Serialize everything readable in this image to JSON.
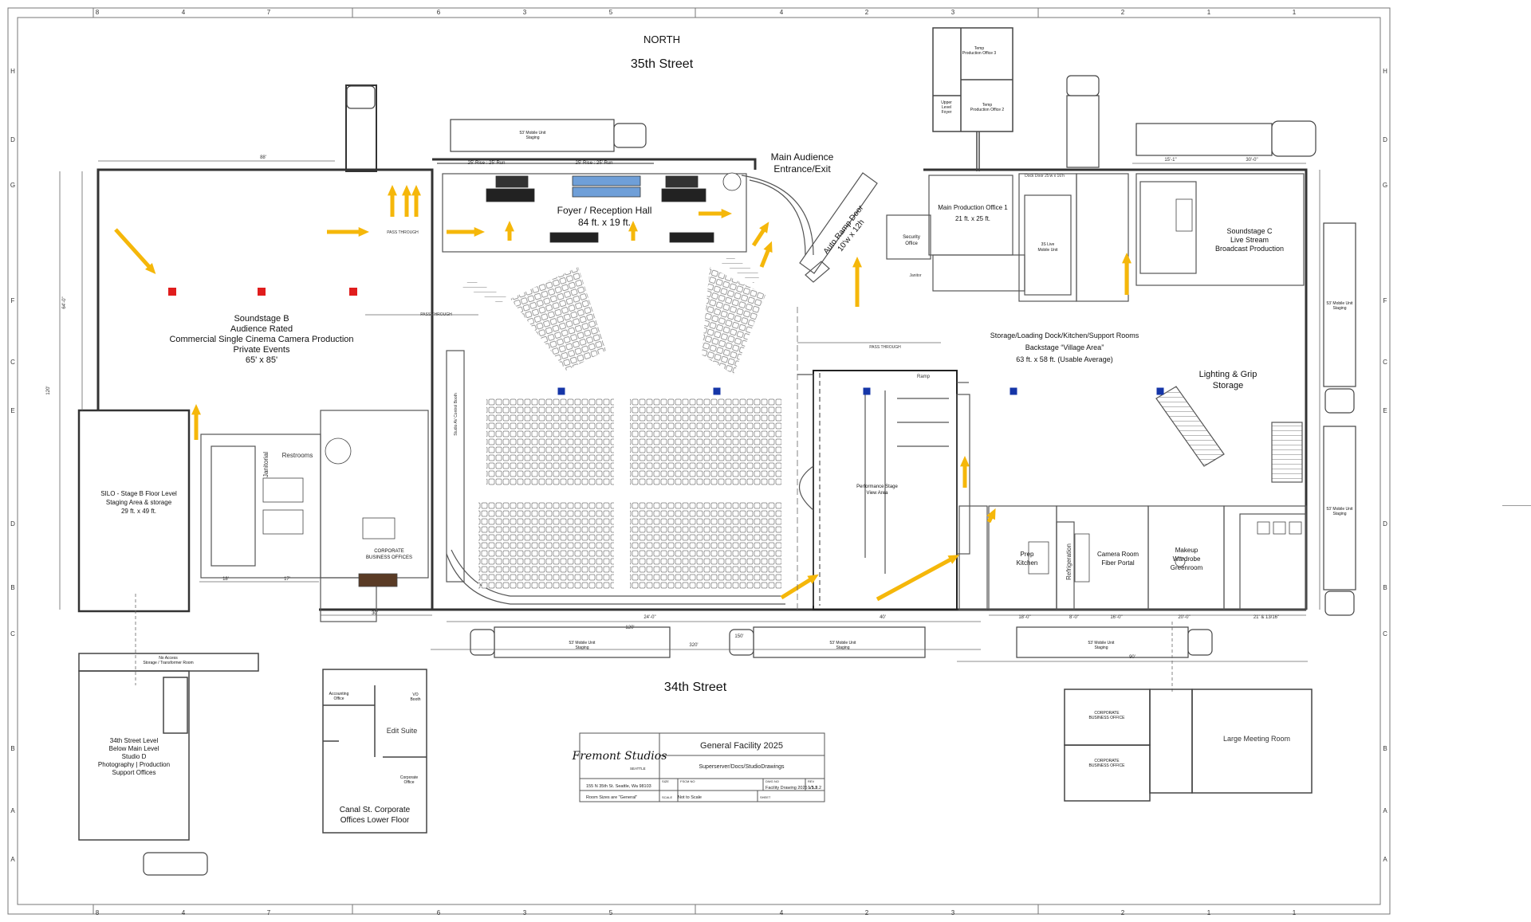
{
  "grid": {
    "columns": [
      "8",
      "4",
      "7",
      "6",
      "3",
      "5",
      "4",
      "2",
      "3",
      "2",
      "1",
      "1"
    ],
    "rows": [
      "H",
      "D",
      "G",
      "F",
      "C",
      "E",
      "D",
      "B",
      "C",
      "B",
      "A",
      "A"
    ]
  },
  "streets": {
    "north_label": "NORTH",
    "north": "35th Street",
    "south": "34th Street"
  },
  "rooms": {
    "soundstage_b": [
      "Soundstage B",
      "Audience Rated",
      "Commercial Single Cinema Camera Production",
      "Private Events",
      "65' x 85'"
    ],
    "foyer": [
      "Foyer / Reception Hall",
      "84 ft. x 19 ft."
    ],
    "main_entrance": [
      "Main Audience",
      "Entrance/Exit"
    ],
    "ramp_door": [
      "Auto Ramp Door",
      "10'w x 12h"
    ],
    "production_office_1": [
      "Main Production Office 1",
      "21 ft. x 25 ft."
    ],
    "soundstage_c": [
      "Soundstage C",
      "Live Stream",
      "Broadcast Production"
    ],
    "backstage": [
      "Storage/Loading Dock/Kitchen/Support Rooms",
      "Backstage “Village Area”",
      "63 ft. x 58 ft. (Usable Average)"
    ],
    "lighting": [
      "Lighting & Grip",
      "Storage"
    ],
    "silo": [
      "SILO - Stage B Floor Level",
      "Staging Area & storage",
      "29 ft. x 49 ft."
    ],
    "restrooms": "Restrooms",
    "janitorial": "Janitorial",
    "corporate": [
      "CORPORATE",
      "BUSINESS OFFICES"
    ],
    "performance_stage": [
      "Performance Stage",
      "View Area"
    ],
    "prep_kitchen": [
      "Prep",
      "Kitchen"
    ],
    "refrigeration": "Refrigeration",
    "camera_room": [
      "Camera Room",
      "Fiber Portal"
    ],
    "makeup": [
      "Makeup",
      "Wardrobe",
      "Greenroom"
    ],
    "security": [
      "Security",
      "Office"
    ],
    "janitor": "Janitor",
    "live_mobile": [
      "3S Live",
      "Mobile Unit"
    ],
    "temp_office_3": [
      "Temp",
      "Production Office 3"
    ],
    "temp_office_2": [
      "Temp",
      "Production Office 2"
    ],
    "upper_foyer": [
      "Upper",
      "Level",
      "Foyer"
    ],
    "studio_d": [
      "34th Street Level",
      "Below Main Level",
      "Studio D",
      "Photography | Production",
      "Support Offices"
    ],
    "no_access": [
      "No Access",
      "Storage / Transformer Room"
    ],
    "canal": [
      "Canal St. Corporate",
      "Offices Lower Floor"
    ],
    "edit_suite": "Edit Suite",
    "accounting": [
      "Accounting",
      "Office"
    ],
    "vo_booth": [
      "VO",
      "Booth"
    ],
    "corp_office_small": [
      "Corporate",
      "Office"
    ],
    "corp_bo_1": [
      "CORPORATE",
      "BUSINESS OFFICE"
    ],
    "corp_bo_2": [
      "CORPORATE",
      "BUSINESS OFFICE"
    ],
    "large_meeting": "Large Meeting Room",
    "ramp": "Ramp",
    "av_booth": "Studio AV Control Booth",
    "pass_through": "PASS THROUGH"
  },
  "vehicles": {
    "staging": [
      "53' Mobile Unit",
      "Staging"
    ],
    "right_staging": [
      "53' Mobile Unit",
      "Staging"
    ]
  },
  "dimensions": {
    "b_width": "88'",
    "b_height": "64'-0\"",
    "b_total": "120'",
    "ramp_1": "25' Rise : 25' Run",
    "ramp_2": "25' Rise : 25' Run",
    "dock_door": "Dock Door 25'w x 16'h",
    "d15": "15'-1\"",
    "d30": "30'-0\"",
    "bottom": [
      "18'",
      "17'",
      "30'",
      "24'-0\"",
      "40'",
      "18'-0\"",
      "8'-0\"",
      "16'-0\"",
      "20'-0\"",
      "21' & 13/16\""
    ],
    "total_320": "320'",
    "total_150": "150'",
    "total_120": "120'",
    "total_90": "90'"
  },
  "title_block": {
    "title": "General Facility 2025",
    "path": "Superserver/Docs/StudioDrawings",
    "address": "155 N 35th St. Seattle, Wa 98103",
    "room_sizes": "Room Sizes are \"General\"",
    "size_label": "SIZE",
    "fscm_label": "FSCM NO",
    "dwg_label": "DWG NO",
    "rev_label": "REV",
    "drawing": "Facility Drawing 2025 V1.5.2",
    "rev": "1.5.2",
    "scale_label": "SCALE",
    "scale": "Not to Scale",
    "sheet_label": "SHEET",
    "logo": "Fremont Studios",
    "logo_sub": "SEATTLE"
  },
  "colors": {
    "arrow": "#f5b70a",
    "red_marker": "#e01d1d",
    "blue_marker": "#1536a8",
    "seat_blue": "#6f9fd8",
    "line": "#333333"
  }
}
